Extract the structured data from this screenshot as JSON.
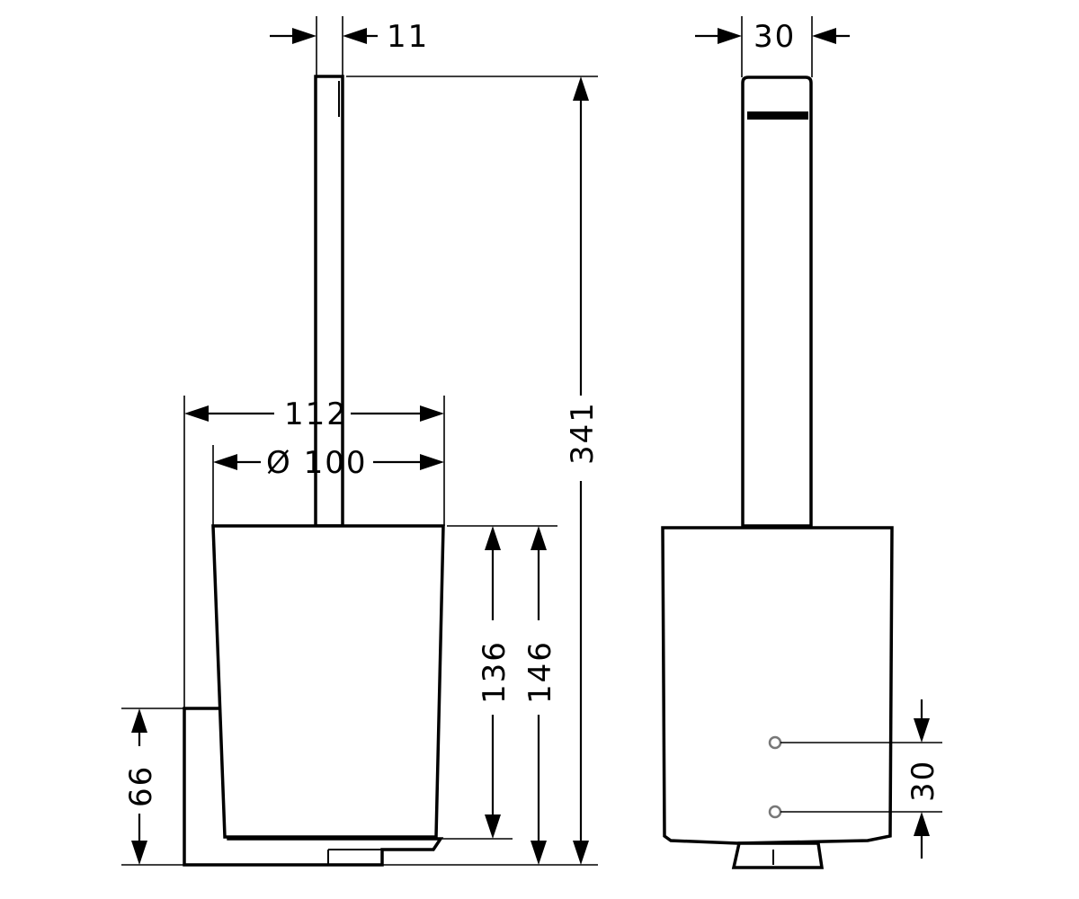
{
  "dimensions": {
    "handle_width": "11",
    "holder_width": "112",
    "bowl_diameter": "Ø 100",
    "total_height": "341",
    "bowl_height": "136",
    "holder_height": "146",
    "bracket_height": "66",
    "handle_depth": "30",
    "hole_spacing": "30"
  },
  "colors": {
    "line": "#000000",
    "background": "#ffffff",
    "hole": "#777777"
  }
}
